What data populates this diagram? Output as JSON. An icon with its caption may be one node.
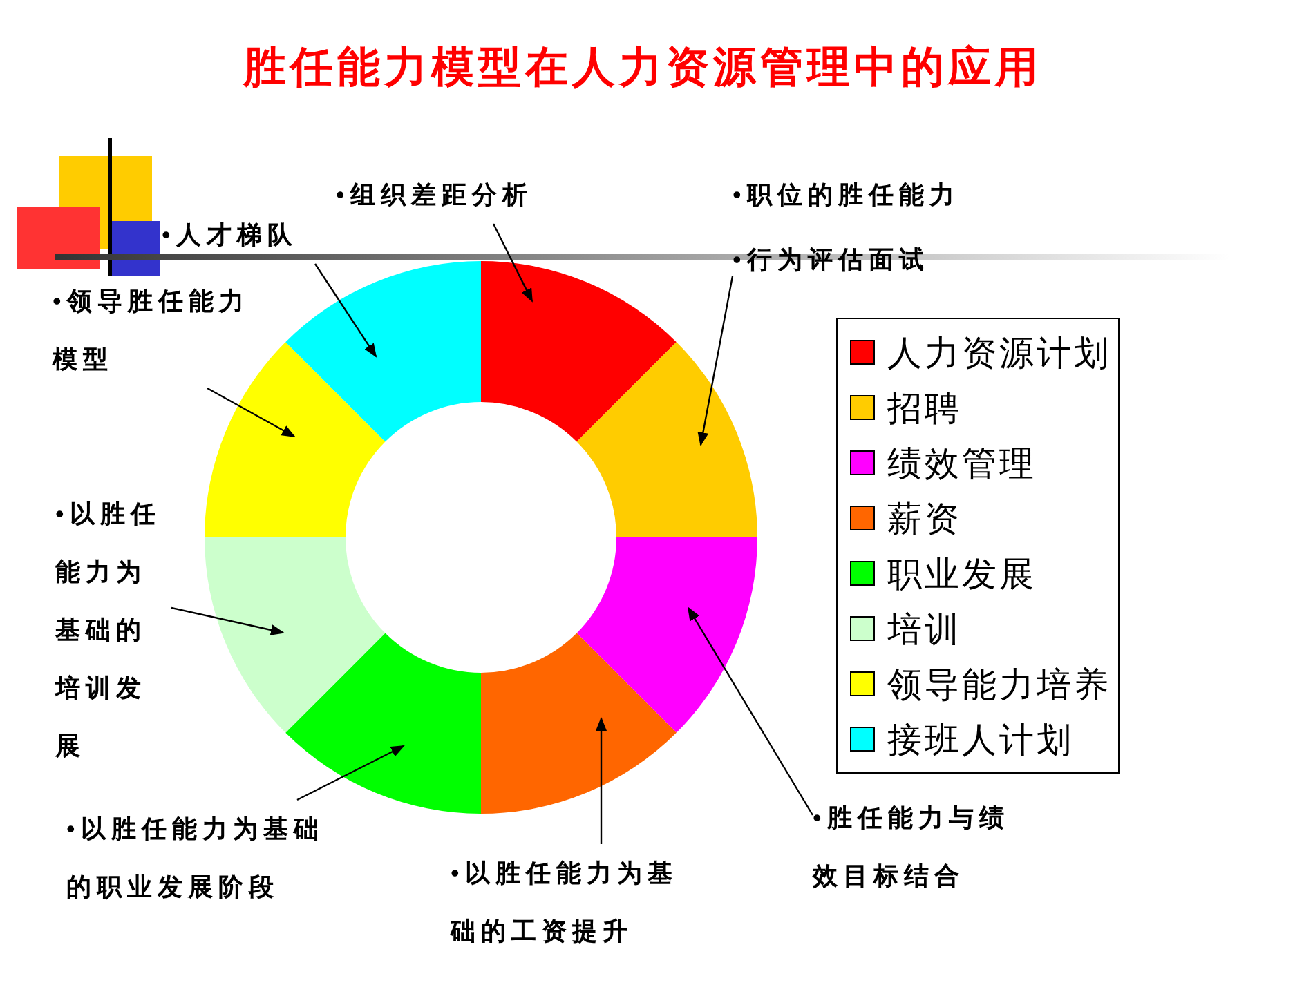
{
  "diagram": {
    "title": "胜任能力模型在人力资源管理中的应用",
    "nodes": [
      {
        "text": [
          "•组织差距分析"
        ]
      },
      {
        "text": [
          "•职位的胜任能力",
          "•行为评估面试"
        ]
      },
      {
        "text": [
          "•人才梯队"
        ]
      },
      {
        "text": [
          "•领导胜任能力模型"
        ]
      },
      {
        "text": [
          "•以胜任能力为基础的培训发展"
        ]
      },
      {
        "text": [
          "•以胜任能力为基础的职业发展阶段"
        ]
      },
      {
        "text": [
          "•胜任能力与绩效目标结合"
        ]
      },
      {
        "text": [
          "•以胜任能力为基础的工资提升"
        ]
      },
      {
        "text": [],
        "shape": "segment"
      },
      {
        "text": [],
        "shape": "segment"
      },
      {
        "text": [],
        "shape": "segment"
      },
      {
        "text": [],
        "shape": "segment"
      },
      {
        "text": [],
        "shape": "segment"
      },
      {
        "text": [],
        "shape": "segment"
      },
      {
        "text": [],
        "shape": "segment"
      },
      {
        "text": [],
        "shape": "segment"
      }
    ],
    "edges": [
      {
        "from": 0,
        "to": 8,
        "arrow": "to"
      },
      {
        "from": 1,
        "to": 9,
        "arrow": "to"
      },
      {
        "from": 2,
        "to": 15,
        "arrow": "to"
      },
      {
        "from": 3,
        "to": 14,
        "arrow": "to"
      },
      {
        "from": 4,
        "to": 13,
        "arrow": "to"
      },
      {
        "from": 5,
        "to": 12,
        "arrow": "to"
      },
      {
        "from": 6,
        "to": 10,
        "arrow": "to"
      },
      {
        "from": 7,
        "to": 11,
        "arrow": "to"
      }
    ],
    "legend": [
      {
        "text": "人力资源计划",
        "color": "#ff0000"
      },
      {
        "text": "招聘",
        "color": "#ffcc00"
      },
      {
        "text": "绩效管理",
        "color": "#ff00ff"
      },
      {
        "text": "薪资",
        "color": "#ff6600"
      },
      {
        "text": "职业发展",
        "color": "#00ff00"
      },
      {
        "text": "培训",
        "color": "#ccffcc"
      },
      {
        "text": "领导能力培养",
        "color": "#ffff00"
      },
      {
        "text": "接班人计划",
        "color": "#00ffff"
      }
    ]
  }
}
